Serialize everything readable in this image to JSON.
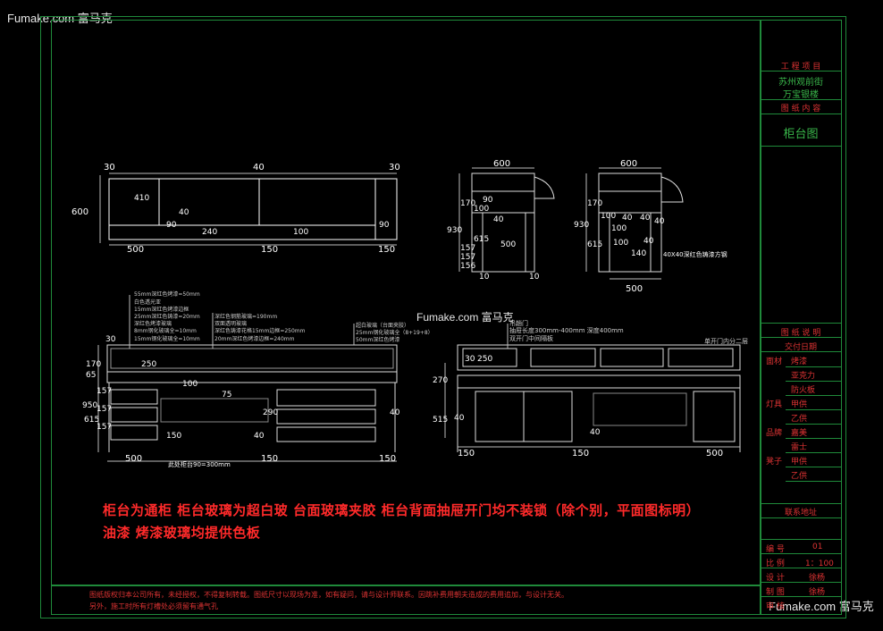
{
  "watermarks": {
    "top_left": "Fumake.com 富马克",
    "center": "Fumake.com 富马克",
    "bottom_right": "Fumake.com 富马克"
  },
  "title_block": {
    "project_label": "工 程 项 目",
    "project_name_1": "苏州观前街",
    "project_name_2": "万宝银楼",
    "content_label": "图 纸 内 容",
    "drawing_title": "柜台图",
    "desc_label": "图 纸 说 明",
    "date_label": "交付日期",
    "materials": [
      {
        "group": "面材",
        "item": "烤漆"
      },
      {
        "group": "",
        "item": "亚克力"
      },
      {
        "group": "",
        "item": "防火板"
      },
      {
        "group": "灯具",
        "item": "甲供"
      },
      {
        "group": "",
        "item": "乙供"
      },
      {
        "group": "品牌",
        "item": "嘉美"
      },
      {
        "group": "",
        "item": "雷士"
      },
      {
        "group": "凳子",
        "item": "甲供"
      },
      {
        "group": "",
        "item": "乙供"
      }
    ],
    "contact_label": "联系地址",
    "number_label": "编 号",
    "number_value": "01",
    "scale_label": "比 例",
    "scale_value": "1：100",
    "design_label": "设 计",
    "design_value": "徐杨",
    "draft_label": "制 图",
    "draft_value": "徐杨",
    "review_label": "审 核"
  },
  "notes": {
    "line1": "柜台为通柜  柜台玻璃为超白玻  台面玻璃夹胶  柜台背面抽屉开门均不装锁（除个别，平面图标明）",
    "line2": "油漆  烤漆玻璃均提供色板"
  },
  "footer": {
    "line1": "图纸版权归本公司所有，未经授权，不得复制转载。图纸尺寸以现场为准，如有疑问，请与设计师联系。因跳补费用朝夫造成的费用追加，与设计无关。",
    "line2": "另外，施工时所有灯槽处必须留有通气孔"
  },
  "plan_dims": {
    "top": [
      "30",
      "40",
      "30"
    ],
    "left": "600",
    "inner": [
      "410",
      "90",
      "40",
      "240",
      "100",
      "90"
    ],
    "bottom": [
      "500",
      "150",
      "150"
    ]
  },
  "side1_dims": {
    "top": "600",
    "left": [
      "170",
      "930",
      "157",
      "157",
      "156",
      "615"
    ],
    "inner": [
      "100",
      "90",
      "40",
      "500",
      "10",
      "10"
    ]
  },
  "side2_dims": {
    "top": "600",
    "left": [
      "170",
      "930",
      "615"
    ],
    "inner": [
      "100",
      "40",
      "40",
      "40",
      "100",
      "100",
      "140",
      "40"
    ],
    "bottom": "500",
    "callout": "40X40深红色铸漆方钢"
  },
  "front_annotations": [
    "55mm深红色烤漆=50mm",
    "白色透光亚",
    "15mm深红色烤漆边框",
    "25mm深红色铸漆=20mm",
    "深红色烤漆玻璃",
    "8mm钢化玻璃全=10mm",
    "15mm钢化玻璃全=10mm",
    "深红色钢筋玻璃=190mm",
    "双面透明玻璃",
    "深红色铸漆花格15mm边框=250mm",
    "20mm深红色烤漆边框=240mm",
    "超白玻璃（台面夹胶）",
    "25mm钢化玻璃全（8+19+8）",
    "50mm深红色烤漆"
  ],
  "front_dims": {
    "left": [
      "30",
      "170",
      "65",
      "950",
      "157",
      "157",
      "157",
      "615"
    ],
    "inner": [
      "250",
      "100",
      "75",
      "290",
      "40",
      "150",
      "40"
    ],
    "bottom": [
      "500",
      "150",
      "150"
    ],
    "note": "此处柜台90=300mm"
  },
  "back_annotations": [
    "吊趟门",
    "抽屉长度300mm-400mm 深度400mm",
    "双开门中间隔板",
    "单开门内分二层"
  ],
  "back_dims": {
    "left": [
      "270",
      "515"
    ],
    "inner": [
      "30",
      "250",
      "40",
      "40"
    ],
    "bottom": [
      "150",
      "150",
      "500"
    ]
  }
}
